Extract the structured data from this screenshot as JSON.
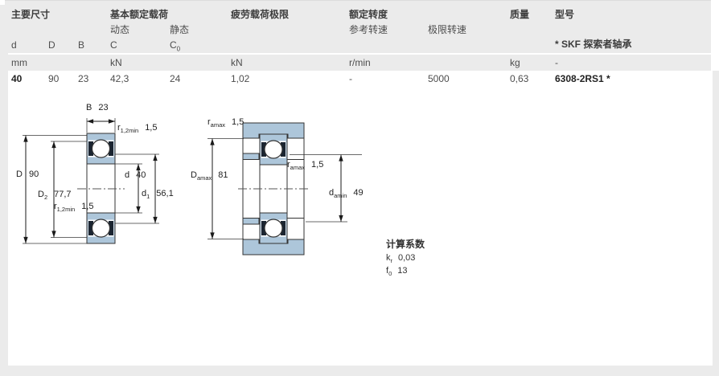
{
  "page": {
    "background": "#ebebeb",
    "panel_background": "#ffffff"
  },
  "colors": {
    "diagram_fill": "#adc6da",
    "diagram_outline": "#333333",
    "seal_dark": "#1b2531",
    "dimension_line": "#1a1a1a",
    "extension_line": "#6a6a6a",
    "text": "#4d4d4d",
    "text_strong": "#222222"
  },
  "table": {
    "group_headers": [
      "主要尺寸",
      "基本额定载荷",
      "疲劳载荷极限",
      "额定转度",
      "质量",
      "型号"
    ],
    "sub_headers": {
      "dynamic": "动态",
      "static": "静态",
      "reference_speed": "参考转速",
      "limiting_speed": "极限转速"
    },
    "symbols": {
      "d": "d",
      "D": "D",
      "B": "B",
      "C": "C",
      "C0_base": "C",
      "C0_sub": "0"
    },
    "designation_note": "* SKF 探索者轴承",
    "units": {
      "dimensions": "mm",
      "load": "kN",
      "fatigue": "kN",
      "speed": "r/min",
      "mass": "kg",
      "designation": "-"
    },
    "row": {
      "d": "40",
      "D": "90",
      "B": "23",
      "C": "42,3",
      "C0": "24",
      "fatigue_limit": "1,02",
      "reference_speed": "-",
      "limiting_speed": "5000",
      "mass": "0,63",
      "designation": "6308-2RS1 *"
    }
  },
  "diagram_left": {
    "labels": [
      {
        "base": "B",
        "sub": "",
        "value": "23"
      },
      {
        "base": "r",
        "sub": "1,2min",
        "value": "1,5"
      },
      {
        "base": "D",
        "sub": "",
        "value": "90"
      },
      {
        "base": "D",
        "sub": "2",
        "value": "77,7"
      },
      {
        "base": "r",
        "sub": "1,2min",
        "value": "1,5"
      },
      {
        "base": "d",
        "sub": "",
        "value": "40"
      },
      {
        "base": "d",
        "sub": "1",
        "value": "56,1"
      }
    ]
  },
  "diagram_right": {
    "labels": [
      {
        "base": "r",
        "sub": "amax",
        "value": "1,5"
      },
      {
        "base": "D",
        "sub": "amax",
        "value": "81"
      },
      {
        "base": "r",
        "sub": "amax",
        "value": "1,5"
      },
      {
        "base": "d",
        "sub": "amin",
        "value": "49"
      }
    ]
  },
  "calc_factors": {
    "title": "计算系数",
    "rows": [
      {
        "base": "k",
        "sub": "r",
        "value": "0,03"
      },
      {
        "base": "f",
        "sub": "0",
        "value": "13"
      }
    ]
  }
}
